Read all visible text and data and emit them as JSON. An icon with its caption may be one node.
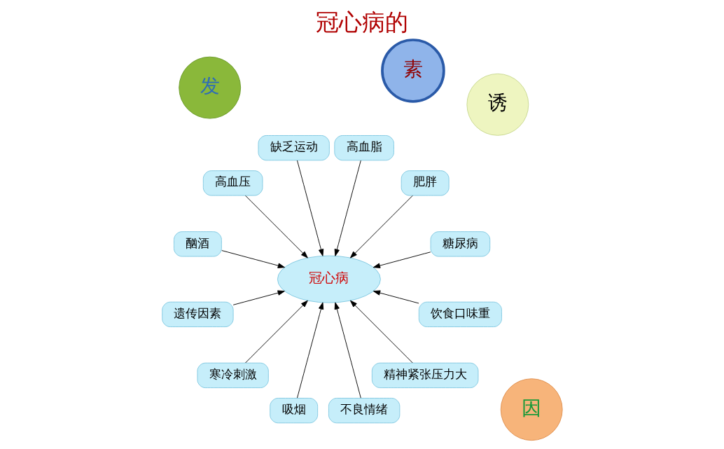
{
  "diagram": {
    "title": "冠心病的",
    "nodes": [
      {
        "text": [
          "诱"
        ]
      },
      {
        "text": [
          "发"
        ]
      },
      {
        "text": [
          "因"
        ]
      },
      {
        "text": [
          "素"
        ]
      },
      {
        "text": [
          "糖尿病"
        ]
      },
      {
        "text": [
          "肥胖"
        ]
      },
      {
        "text": [
          "高血脂"
        ]
      },
      {
        "text": [
          "缺乏运动"
        ]
      },
      {
        "text": [
          "高血压"
        ]
      },
      {
        "text": [
          "酗酒"
        ]
      },
      {
        "text": [
          "冠心病"
        ]
      },
      {
        "text": [
          "遗传因素"
        ]
      },
      {
        "text": [
          "寒冷刺激"
        ]
      },
      {
        "text": [
          "吸烟"
        ]
      },
      {
        "text": [
          "不良情绪"
        ]
      },
      {
        "text": [
          "精神紧张压力大"
        ]
      },
      {
        "text": [
          "饮食口味重"
        ]
      }
    ],
    "edges": [
      {
        "from": 4,
        "to": 10,
        "arrow": "to"
      },
      {
        "from": 5,
        "to": 10,
        "arrow": "to"
      },
      {
        "from": 6,
        "to": 10,
        "arrow": "to"
      },
      {
        "from": 7,
        "to": 10,
        "arrow": "to"
      },
      {
        "from": 8,
        "to": 10,
        "arrow": "to"
      },
      {
        "from": 9,
        "to": 10,
        "arrow": "to"
      },
      {
        "from": 11,
        "to": 10,
        "arrow": "to"
      },
      {
        "from": 12,
        "to": 10,
        "arrow": "to"
      },
      {
        "from": 13,
        "to": 10,
        "arrow": "to"
      },
      {
        "from": 14,
        "to": 10,
        "arrow": "to"
      },
      {
        "from": 15,
        "to": 10,
        "arrow": "to"
      },
      {
        "from": 16,
        "to": 10,
        "arrow": "to"
      }
    ]
  }
}
